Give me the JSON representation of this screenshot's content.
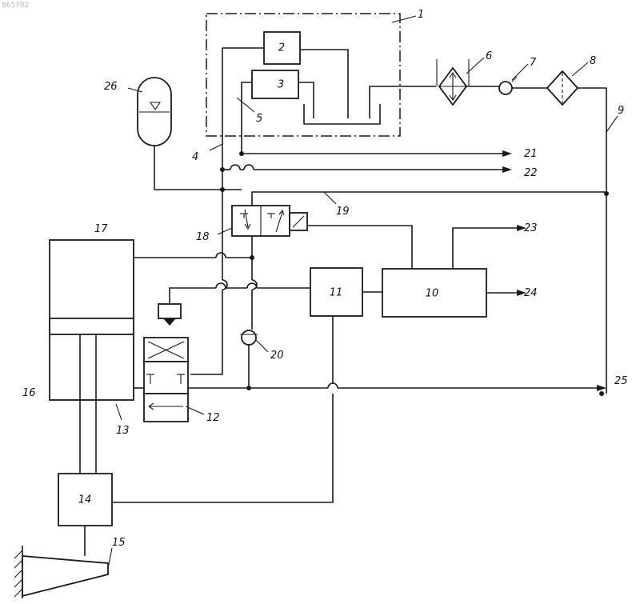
{
  "watermark": "865782",
  "components": {
    "c1": "1",
    "c2": "2",
    "c3": "3",
    "c4": "4",
    "c5": "5",
    "c6": "6",
    "c7": "7",
    "c8": "8",
    "c9": "9",
    "c10": "10",
    "c11": "11",
    "c12": "12",
    "c13": "13",
    "c14": "14",
    "c15": "15",
    "c16": "16",
    "c17": "17",
    "c18": "18",
    "c19": "19",
    "c20": "20",
    "c21": "21",
    "c22": "22",
    "c23": "23",
    "c24": "24",
    "c25": "25",
    "c26": "26"
  }
}
